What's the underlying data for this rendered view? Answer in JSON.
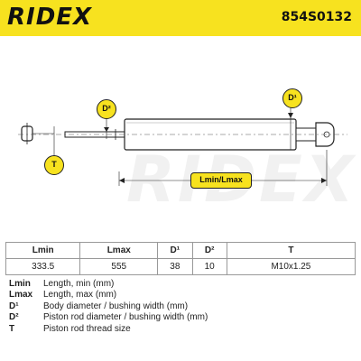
{
  "header": {
    "logo": "RIDEX",
    "part_number": "854S0132",
    "colors": {
      "brand_yellow": "#f7e21f"
    }
  },
  "drawing": {
    "watermark": "RIDEX",
    "badges": {
      "d1": "D¹",
      "d2": "D²",
      "t": "T",
      "length": "Lmin/Lmax"
    }
  },
  "table": {
    "headers": [
      "Lmin",
      "Lmax",
      "D¹",
      "D²",
      "T"
    ],
    "values": [
      "333.5",
      "555",
      "38",
      "10",
      "M10x1.25"
    ]
  },
  "legend": [
    {
      "key": "Lmin",
      "desc": "Length, min (mm)"
    },
    {
      "key": "Lmax",
      "desc": "Length, max (mm)"
    },
    {
      "key": "D¹",
      "desc": "Body diameter / bushing width (mm)"
    },
    {
      "key": "D²",
      "desc": "Piston rod diameter / bushing width (mm)"
    },
    {
      "key": "T",
      "desc": "Piston rod thread size"
    }
  ]
}
